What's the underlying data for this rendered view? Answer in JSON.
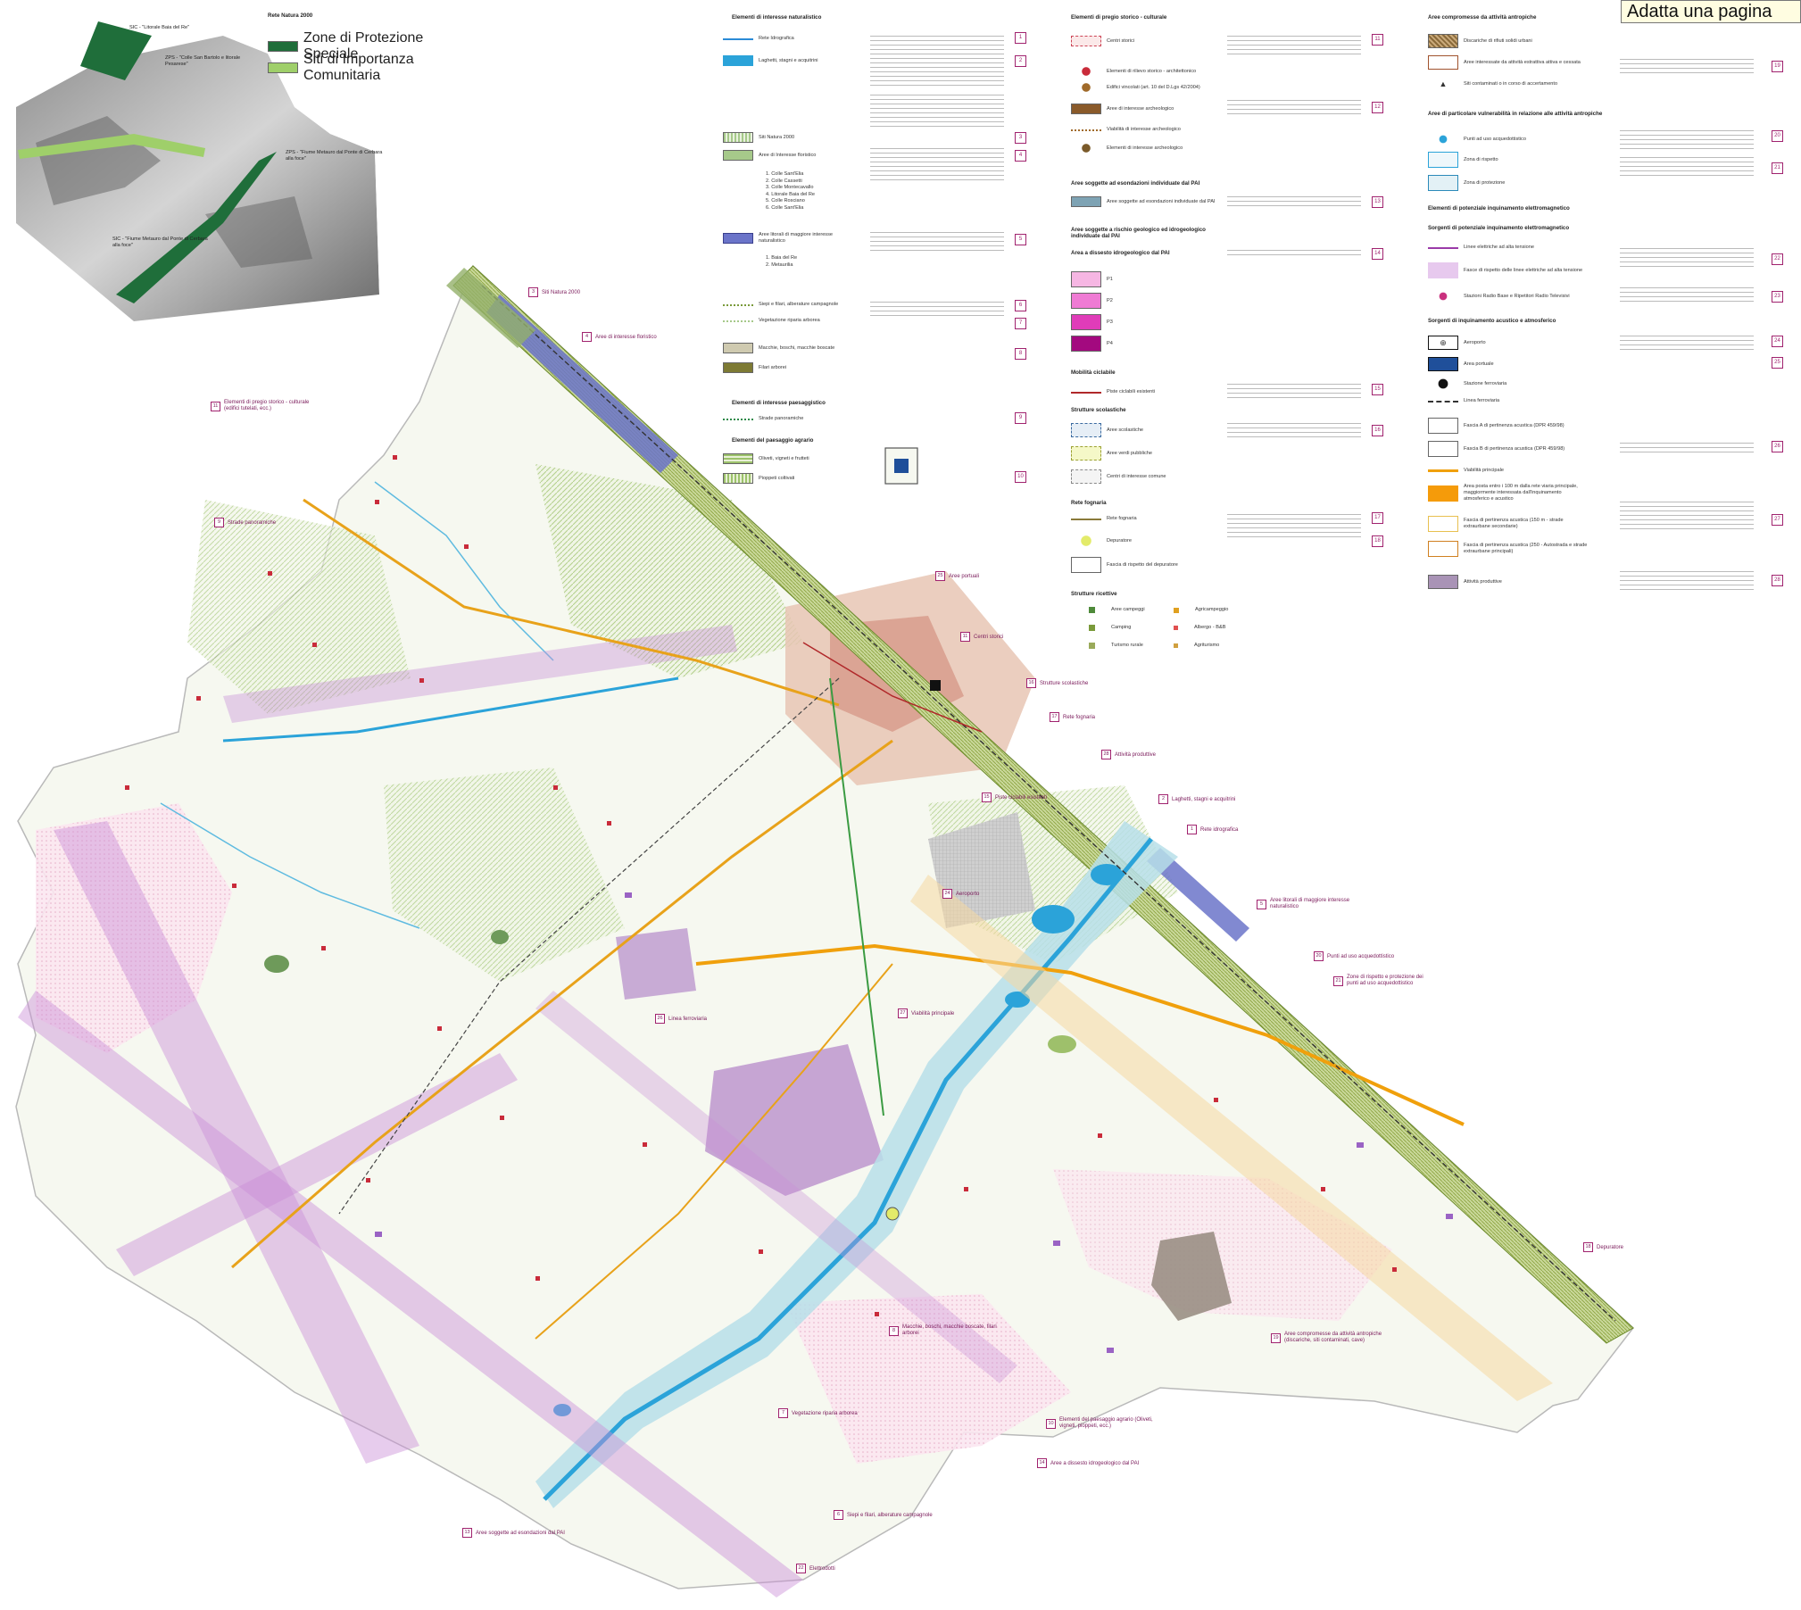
{
  "tooltip": "Adatta una pagina",
  "inset": {
    "legend_title": "Rete Natura 2000",
    "legend_items": [
      "Zone di Protezione Speciale",
      "Siti di Importanza Comunitaria"
    ],
    "labels": [
      "SIC - \"Litorale Baia del Re\"",
      "ZPS - \"Colle San Bartolo e litorale Pesarese\"",
      "ZPS - \"Fiume Metauro dal Ponte di Cerbara alla foce\"",
      "SIC - \"Fiume Metauro dal Ponte di Cerbara alla foce\""
    ]
  },
  "legend": {
    "col1": {
      "title1": "Elementi di interesse naturalistico",
      "rows": [
        {
          "label": "Rete Idrografica",
          "num": "1"
        },
        {
          "label": "Laghetti, stagni e acquitrini",
          "num": "2"
        },
        {
          "label": "Siti Natura 2000",
          "num": "3"
        },
        {
          "label": "Aree di Interesse floristico",
          "num": "4"
        },
        {
          "label": "Aree litorali di maggiore interesse naturalistico",
          "num": "5"
        },
        {
          "label": "Siepi e filari, alberature campagnole",
          "num": "6"
        },
        {
          "label": "Vegetazione riparia arborea",
          "num": "7"
        },
        {
          "label": "Macchie, boschi, macchie boscate",
          "num": "8"
        },
        {
          "label": "Filari arborei",
          "num": ""
        }
      ],
      "flora_list": [
        "1. Colle Sant'Elia",
        "2. Colle Cassetti",
        "3. Colle Montecavallo",
        "4. Litorale Baia del Re",
        "5. Colle Rosciano",
        "6. Colle Sant'Elia"
      ],
      "sites": [
        "1. Baia del Re",
        "2. Metaurilia"
      ],
      "title2": "Elementi di interesse paesaggistico",
      "rows2": [
        {
          "label": "Strade panoramiche",
          "num": "9"
        }
      ],
      "title3": "Elementi del paesaggio agrario",
      "rows3": [
        {
          "label": "Oliveti, vigneti e frutteti",
          "num": "10"
        },
        {
          "label": "Pioppeti coltivati",
          "num": ""
        }
      ]
    },
    "col2": {
      "title1": "Elementi di pregio storico - culturale",
      "rows": [
        {
          "label": "Centri storici",
          "num": "11"
        },
        {
          "label": "Elementi di rilievo storico - architettonico",
          "num": ""
        },
        {
          "label": "Edifici vincolati (art. 10 del D.Lgs 42/2004)",
          "num": "12"
        },
        {
          "label": "Aree di interesse archeologico",
          "num": ""
        },
        {
          "label": "Viabilità di interesse archeologico",
          "num": ""
        },
        {
          "label": "Elementi di interesse archeologico",
          "num": ""
        }
      ],
      "title2": "Aree soggette ad esondazioni individuate dal PAI",
      "rows2": [
        {
          "label": "Aree soggette ad esondazioni individuate dal PAI",
          "num": "13"
        }
      ],
      "title3": "Aree soggette a rischio geologico ed idrogeologico individuate dal PAI",
      "rows3": [
        {
          "label": "Area a dissesto idrogeologico dal PAI",
          "num": "14"
        },
        {
          "label": "P1",
          "num": ""
        },
        {
          "label": "P2",
          "num": ""
        },
        {
          "label": "P3",
          "num": ""
        },
        {
          "label": "P4",
          "num": ""
        }
      ],
      "title4": "Mobilità ciclabile",
      "rows4": [
        {
          "label": "Piste ciclabili esistenti",
          "num": "15"
        }
      ],
      "title5": "Strutture scolastiche",
      "rows5": [
        {
          "label": "Aree scolastiche",
          "num": "16"
        },
        {
          "label": "Aree verdi pubbliche",
          "num": ""
        },
        {
          "label": "Centri di interesse comune",
          "num": ""
        }
      ],
      "title6": "Rete fognaria",
      "rows6": [
        {
          "label": "Rete fognaria",
          "num": "17"
        },
        {
          "label": "Depuratore",
          "num": "18"
        },
        {
          "label": "Fascia di rispetto del depuratore",
          "num": ""
        }
      ],
      "title7": "Strutture ricettive",
      "rows7": [
        "Aree campeggi",
        "Camping",
        "Turismo rurale",
        "Agricampeggio",
        "Albergo - B&B",
        "Agriturismo"
      ]
    },
    "col3": {
      "title1": "Aree compromesse da attività antropiche",
      "rows": [
        {
          "label": "Discariche di rifiuti solidi urbani",
          "num": ""
        },
        {
          "label": "Aree interessate da attività estrattiva attiva e cessata",
          "num": "19"
        },
        {
          "label": "Siti contaminati o in corso di accertamento",
          "num": ""
        }
      ],
      "title2": "Aree di particolare vulnerabilità in relazione alle attività antropiche",
      "rows2": [
        {
          "label": "Punti ad uso acquedottistico",
          "num": "20"
        },
        {
          "label": "Zona di rispetto",
          "num": ""
        },
        {
          "label": "Zona di protezione",
          "num": "21"
        }
      ],
      "title3": "Elementi di potenziale inquinamento elettromagnetico",
      "title3b": "Sorgenti di potenziale inquinamento elettromagnetico",
      "rows3": [
        {
          "label": "Linee elettriche ad alta tensione",
          "num": "22"
        },
        {
          "label": "Fasce di rispetto delle linee elettriche ad alta tensione",
          "num": ""
        },
        {
          "label": "Stazioni Radio Base e Ripetitori Radio Televisivi",
          "num": "23"
        }
      ],
      "title4": "Sorgenti di inquinamento acustico e atmosferico",
      "rows4": [
        {
          "label": "Aeroporto",
          "num": "24"
        },
        {
          "label": "Area portuale",
          "num": "25"
        },
        {
          "label": "Stazione ferroviaria",
          "num": ""
        },
        {
          "label": "Linea ferroviaria",
          "num": ""
        },
        {
          "label": "Fascia A di pertinenza acustica (DPR 459/98)",
          "num": ""
        },
        {
          "label": "Fascia B di pertinenza acustica (DPR 459/98)",
          "num": "26"
        },
        {
          "label": "Viabilità principale",
          "num": ""
        },
        {
          "label": "Area posta entro i 100 m dalla rete viaria principale, maggiormente interessata dall'inquinamento atmosferico e acustico",
          "num": "27"
        },
        {
          "label": "Fascia di pertinenza acustica (150 m - strade extraurbane secondarie)",
          "num": ""
        },
        {
          "label": "Fascia di pertinenza acustica (250 - Autostrada e strade extraurbane principali)",
          "num": ""
        },
        {
          "label": "Attività produttive",
          "num": "28"
        }
      ]
    }
  },
  "callouts": [
    {
      "num": "3",
      "text": "Siti Natura 2000"
    },
    {
      "num": "4",
      "text": "Aree di interesse floristico"
    },
    {
      "num": "11",
      "text": "Elementi di pregio storico - culturale (edifici tutelati, ecc.)"
    },
    {
      "num": "9",
      "text": "Strade panoramiche"
    },
    {
      "num": "25",
      "text": "Aree portuali"
    },
    {
      "num": "11",
      "text": "Centri storici"
    },
    {
      "num": "16",
      "text": "Strutture scolastiche"
    },
    {
      "num": "17",
      "text": "Rete fognaria"
    },
    {
      "num": "28",
      "text": "Attività produttive"
    },
    {
      "num": "15",
      "text": "Piste ciclabili esistenti"
    },
    {
      "num": "2",
      "text": "Laghetti, stagni e acquitrini"
    },
    {
      "num": "1",
      "text": "Rete idrografica"
    },
    {
      "num": "24",
      "text": "Aeroporto"
    },
    {
      "num": "5",
      "text": "Aree litorali di maggiore interesse naturalistico"
    },
    {
      "num": "20",
      "text": "Punti ad uso acquedottistico"
    },
    {
      "num": "21",
      "text": "Zone di rispetto e protezione dei punti ad uso acquedottistico"
    },
    {
      "num": "26",
      "text": "Linea ferroviaria"
    },
    {
      "num": "27",
      "text": "Viabilità principale"
    },
    {
      "num": "18",
      "text": "Depuratore"
    },
    {
      "num": "8",
      "text": "Macchie, boschi, macchie boscate, filari arborei"
    },
    {
      "num": "19",
      "text": "Aree compromesse da attività antropiche (discariche, siti contaminati, cave)"
    },
    {
      "num": "7",
      "text": "Vegetazione riparia arborea"
    },
    {
      "num": "10",
      "text": "Elementi del paesaggio agrario (Oliveti, vigneti, pioppeti, ecc.)"
    },
    {
      "num": "14",
      "text": "Aree a dissesto idrogeologico dal PAI"
    },
    {
      "num": "6",
      "text": "Siepi e filari, alberature campagnole"
    },
    {
      "num": "13",
      "text": "Aree soggette ad esondazioni dal PAI"
    },
    {
      "num": "22",
      "text": "Elettrodotti"
    }
  ],
  "colors": {
    "river": "#2ba3d9",
    "coast_band": "#6b74c9",
    "electric_band": "#c98fd6",
    "road": "#e8a21a",
    "urban": "#d9a3a3",
    "agri": "#b6cf5b",
    "industrial": "#a97bc4",
    "callout": "#a0226e"
  },
  "icons": [
    "airport-icon",
    "port-icon",
    "railway-station-icon",
    "depurator-icon",
    "antenna-icon",
    "contaminated-site-icon"
  ]
}
